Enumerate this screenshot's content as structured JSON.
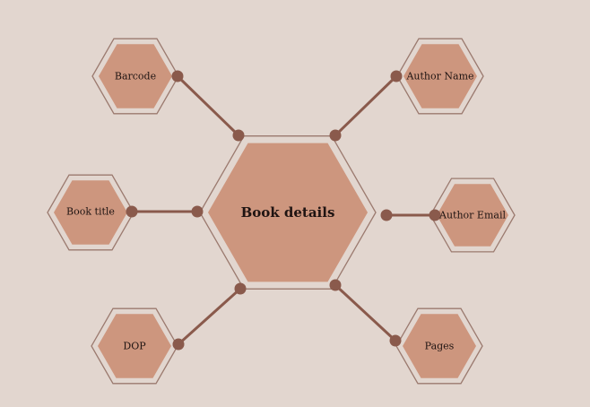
{
  "center": {
    "label": "Book details"
  },
  "nodes": {
    "barcode": {
      "label": "Barcode"
    },
    "author_name": {
      "label": "Author Name"
    },
    "book_title": {
      "label": "Book title"
    },
    "author_email": {
      "label": "Author Email"
    },
    "dop": {
      "label": "DOP"
    },
    "pages": {
      "label": "Pages"
    }
  },
  "colors": {
    "background": "#e2d6cf",
    "hex_fill": "#cd967e",
    "hex_outline": "#9b7a6f",
    "connector": "#8a5a4c"
  }
}
